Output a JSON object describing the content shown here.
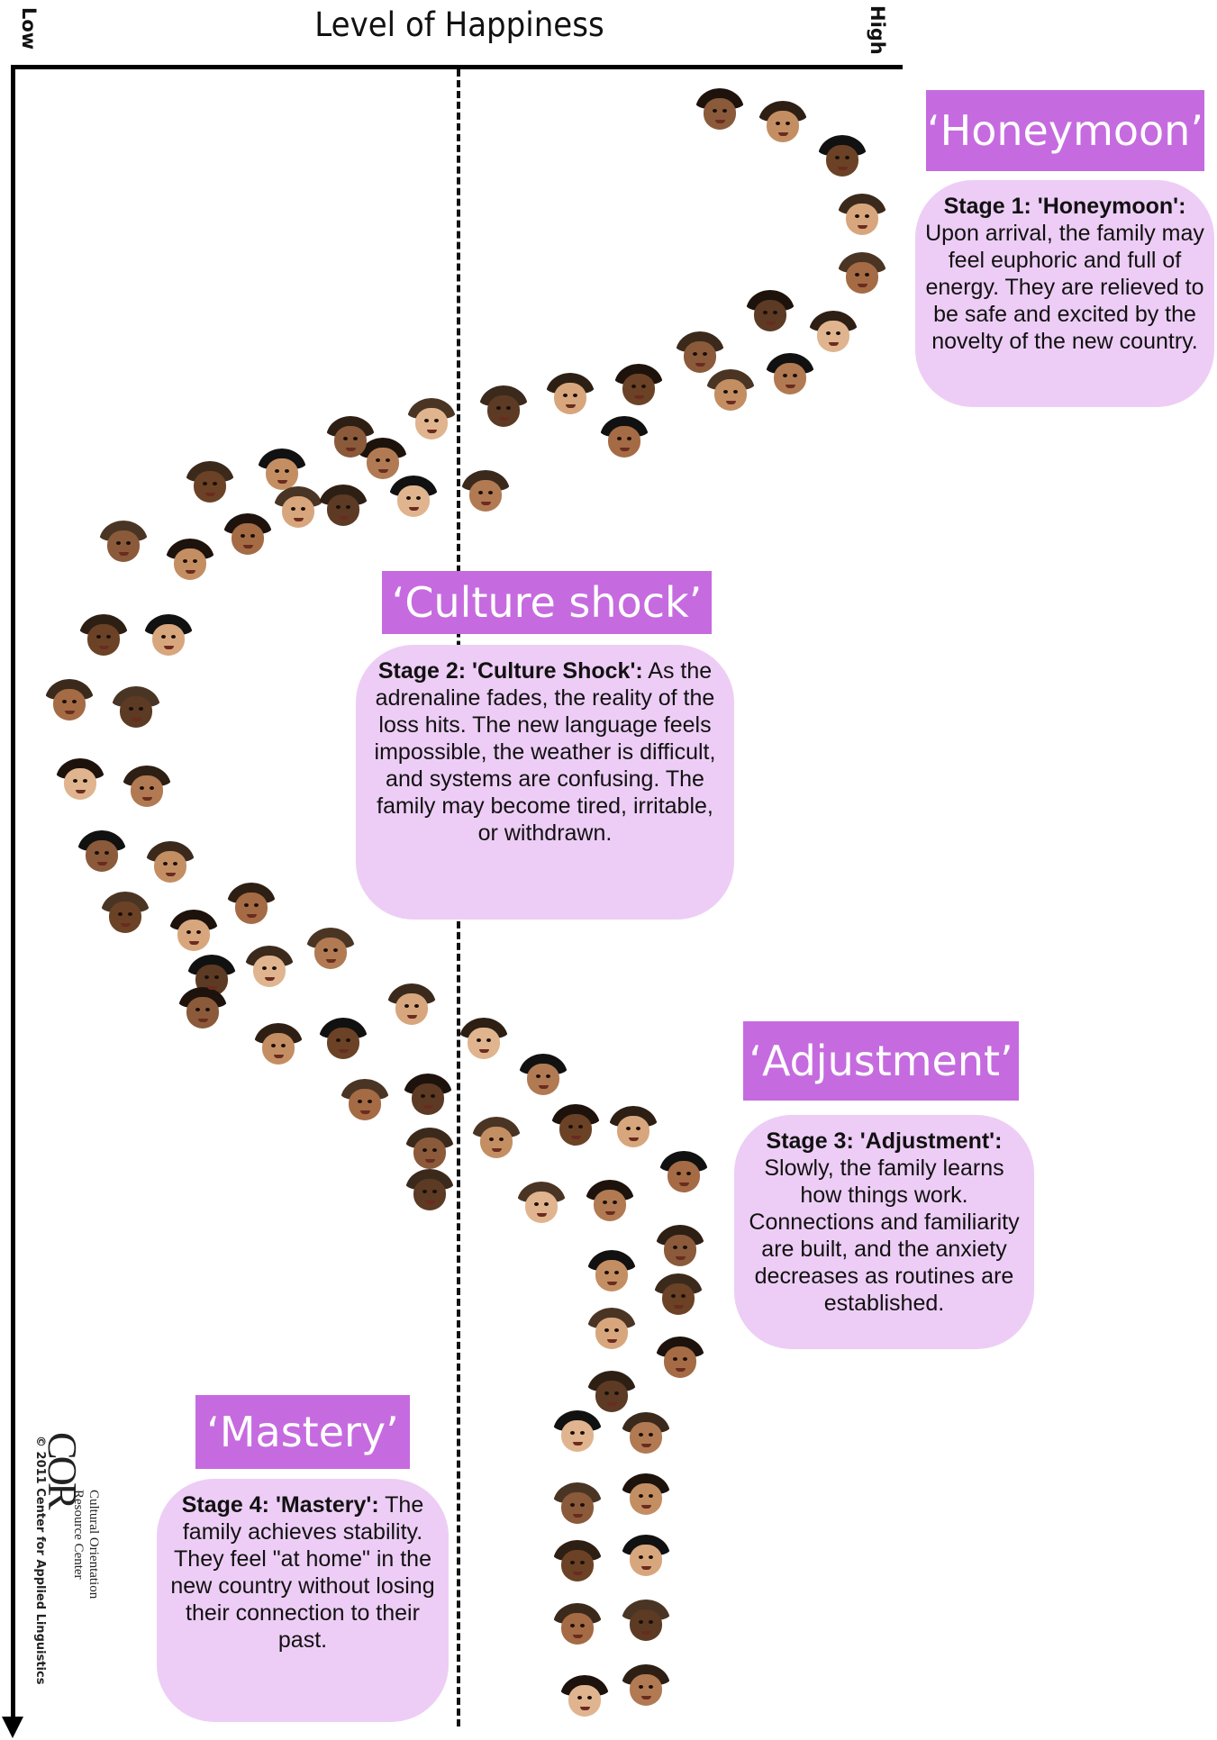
{
  "axis": {
    "title": "Level of Happiness",
    "low_label": "Low",
    "high_label": "High"
  },
  "stages": [
    {
      "title": "‘Honeymoon’",
      "heading": "Stage 1: 'Honeymoon':",
      "text": " Upon arrival, the family may feel euphoric and full of energy. They are relieved to be safe and excited by the novelty of the new country."
    },
    {
      "title": "‘Culture shock’",
      "heading": "Stage 2: 'Culture Shock':",
      "text": " As the adrenaline fades, the reality of the loss hits. The new language feels impossible, the weather is difficult, and systems are confusing. The family may become tired, irritable, or withdrawn."
    },
    {
      "title": "‘Adjustment’",
      "heading": "Stage 3: 'Adjustment':",
      "text": " Slowly, the family learns how things work. Connections and familiarity are built, and the anxiety decreases as routines are established."
    },
    {
      "title": "‘Mastery’",
      "heading": "Stage 4: 'Mastery':",
      "text": " The family achieves stability. They feel \"at home\" in the new country without losing their connection to their past."
    }
  ],
  "logo": {
    "mark": "COR",
    "line1": "Cultural Orientation",
    "line2": "Resource Center"
  },
  "copyright": "© 2011 Center for Applied Linguistics",
  "colors": {
    "title_bg": "#c56bdf",
    "box_bg": "#edcdf5",
    "axis": "#000000"
  }
}
